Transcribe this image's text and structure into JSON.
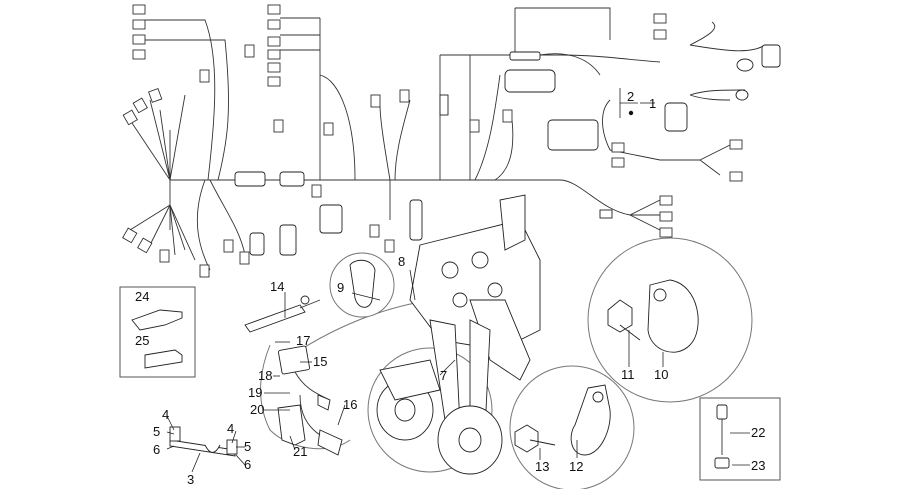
{
  "callouts": [
    {
      "id": "c1",
      "text": "1"
    },
    {
      "id": "c2",
      "text": "2"
    },
    {
      "id": "c3",
      "text": "3"
    },
    {
      "id": "c4a",
      "text": "4"
    },
    {
      "id": "c4b",
      "text": "4"
    },
    {
      "id": "c5a",
      "text": "5"
    },
    {
      "id": "c5b",
      "text": "5"
    },
    {
      "id": "c6a",
      "text": "6"
    },
    {
      "id": "c6b",
      "text": "6"
    },
    {
      "id": "c7",
      "text": "7"
    },
    {
      "id": "c8",
      "text": "8"
    },
    {
      "id": "c9",
      "text": "9"
    },
    {
      "id": "c10",
      "text": "10"
    },
    {
      "id": "c11",
      "text": "11"
    },
    {
      "id": "c12",
      "text": "12"
    },
    {
      "id": "c13",
      "text": "13"
    },
    {
      "id": "c14",
      "text": "14"
    },
    {
      "id": "c15",
      "text": "15"
    },
    {
      "id": "c16",
      "text": "16"
    },
    {
      "id": "c17",
      "text": "17"
    },
    {
      "id": "c18",
      "text": "18"
    },
    {
      "id": "c19",
      "text": "19"
    },
    {
      "id": "c20",
      "text": "20"
    },
    {
      "id": "c21",
      "text": "21"
    },
    {
      "id": "c22",
      "text": "22"
    },
    {
      "id": "c23",
      "text": "23"
    },
    {
      "id": "c24",
      "text": "24"
    },
    {
      "id": "c25",
      "text": "25"
    }
  ]
}
